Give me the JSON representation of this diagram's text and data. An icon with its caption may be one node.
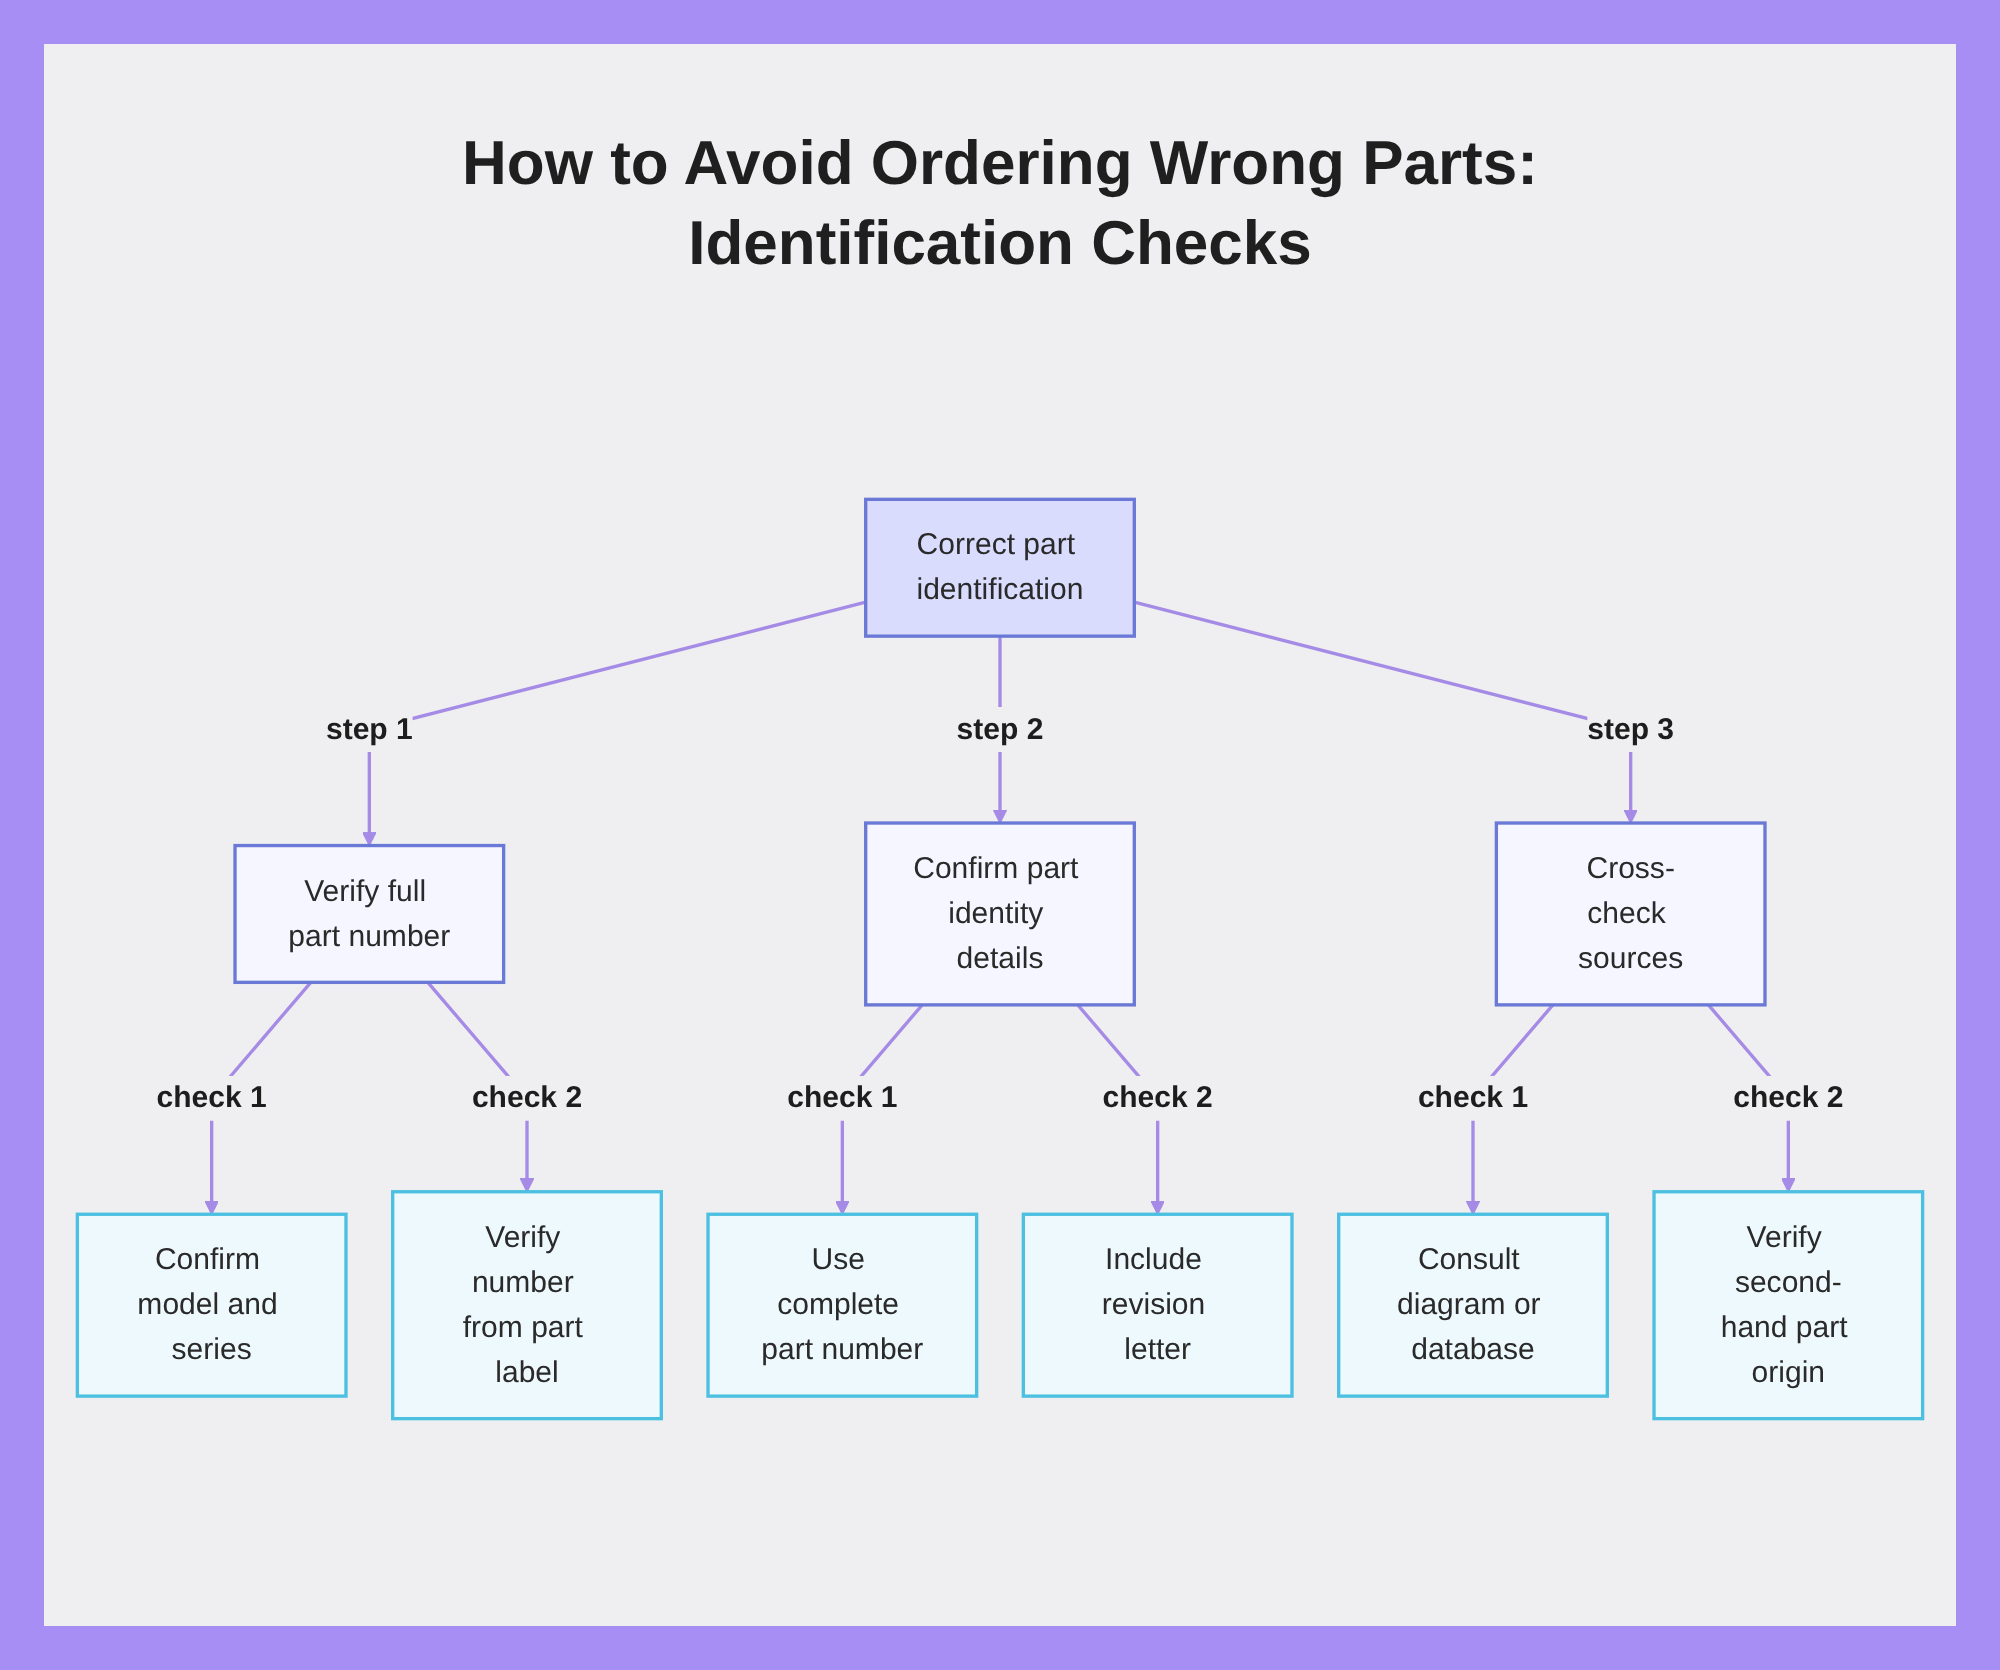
{
  "diagram": {
    "title": "How to Avoid Ordering Wrong Parts: Identification Checks",
    "nodes": [
      {
        "text": [
          "Correct part identification"
        ]
      },
      {
        "text": [
          "Verify full part number"
        ]
      },
      {
        "text": [
          "Confirm part identity details"
        ]
      },
      {
        "text": [
          "Cross-check sources"
        ]
      },
      {
        "text": [
          "Confirm model and series"
        ]
      },
      {
        "text": [
          "Verify number from part label"
        ]
      },
      {
        "text": [
          "Use complete part number"
        ]
      },
      {
        "text": [
          "Include revision letter"
        ]
      },
      {
        "text": [
          "Consult diagram or database"
        ]
      },
      {
        "text": [
          "Verify second-hand part origin"
        ]
      }
    ],
    "edges": [
      {
        "from": 0,
        "to": 1,
        "arrow": "to",
        "label": "step 1"
      },
      {
        "from": 0,
        "to": 2,
        "arrow": "to",
        "label": "step 2"
      },
      {
        "from": 0,
        "to": 3,
        "arrow": "to",
        "label": "step 3"
      },
      {
        "from": 1,
        "to": 4,
        "arrow": "to",
        "label": "check 1"
      },
      {
        "from": 1,
        "to": 5,
        "arrow": "to",
        "label": "check 2"
      },
      {
        "from": 2,
        "to": 6,
        "arrow": "to",
        "label": "check 1"
      },
      {
        "from": 2,
        "to": 7,
        "arrow": "to",
        "label": "check 2"
      },
      {
        "from": 3,
        "to": 8,
        "arrow": "to",
        "label": "check 1"
      },
      {
        "from": 3,
        "to": 9,
        "arrow": "to",
        "label": "check 2"
      }
    ]
  }
}
